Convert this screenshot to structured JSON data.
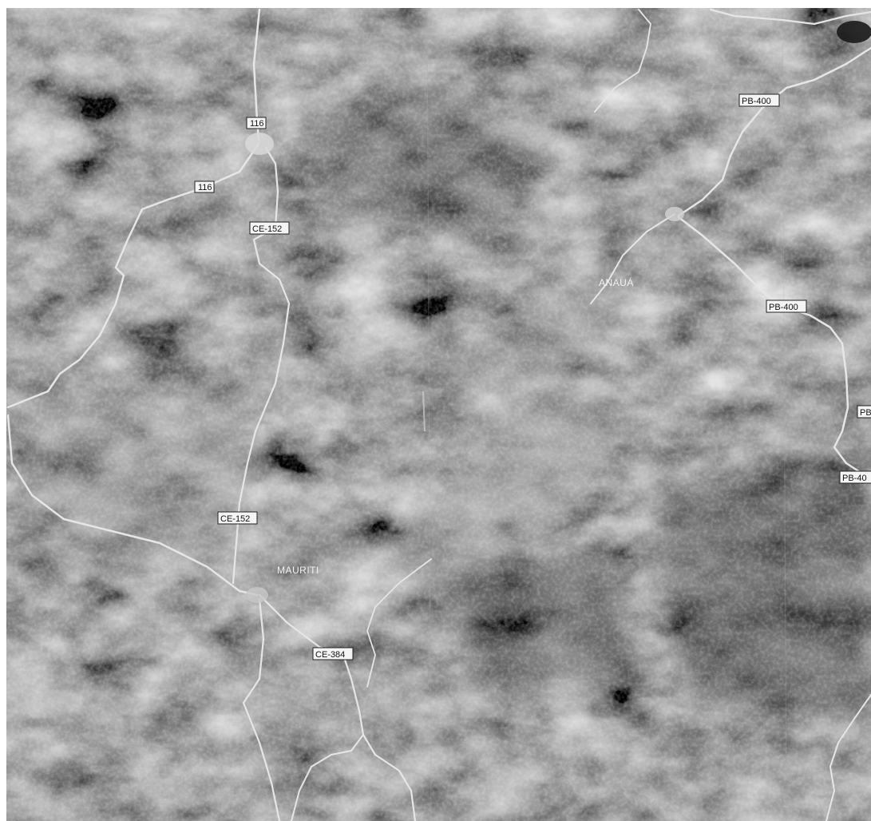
{
  "map": {
    "type": "satellite",
    "colors": {
      "background": "#ffffff",
      "terrain_dark": "#1e1e1e",
      "terrain_mid": "#4a4a4a",
      "terrain_light": "#9a9a9a",
      "road": "#e6e6e6"
    },
    "places": [
      {
        "key": "anaua",
        "name": "ANAUÁ"
      },
      {
        "key": "mauriti",
        "name": "MAURITI"
      }
    ],
    "road_shields": {
      "br116_a": "116",
      "br116_b": "116",
      "ce152_north": "CE-152",
      "ce152_south": "CE-152",
      "ce384": "CE-384",
      "pb400_north": "PB-400",
      "pb400_mid": "PB-400",
      "pb_east_partial": "PB",
      "pb400_east_partial": "PB-40"
    }
  }
}
